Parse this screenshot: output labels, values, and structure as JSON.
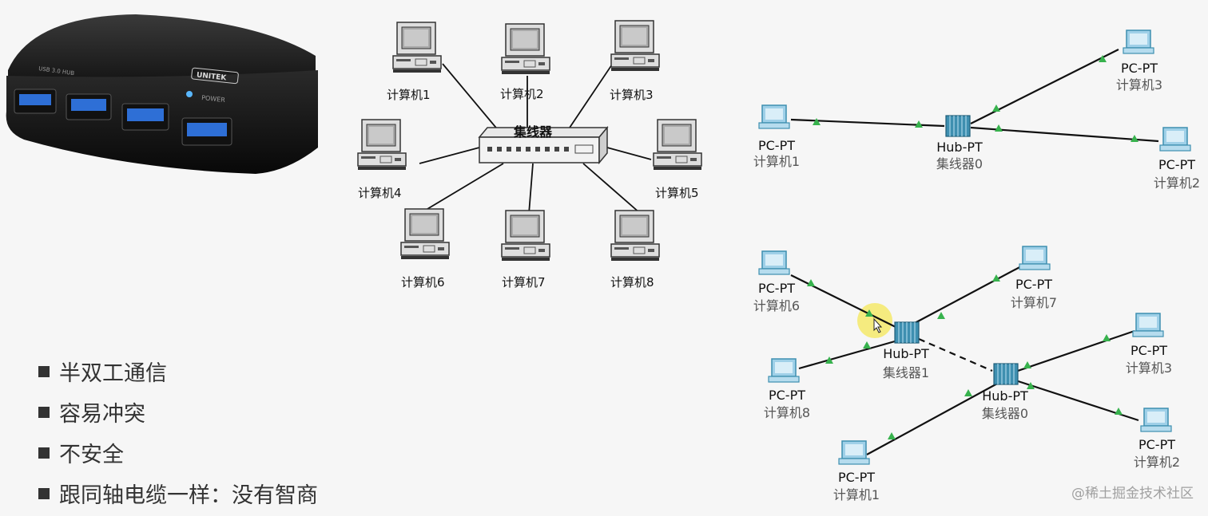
{
  "photo": {
    "device_label": "USB 3.0 HUB",
    "brand": "UNITEK",
    "power_label": "POWER"
  },
  "star": {
    "hub_label": "集线器",
    "computers": [
      "计算机1",
      "计算机2",
      "计算机3",
      "计算机4",
      "计算机5",
      "计算机6",
      "计算机7",
      "计算机8"
    ]
  },
  "pt_top": {
    "hub": {
      "type": "Hub-PT",
      "name": "集线器0"
    },
    "pcs": [
      {
        "type": "PC-PT",
        "name": "计算机1"
      },
      {
        "type": "PC-PT",
        "name": "计算机3"
      },
      {
        "type": "PC-PT",
        "name": "计算机2"
      }
    ]
  },
  "pt_bottom": {
    "hubs": [
      {
        "type": "Hub-PT",
        "name": "集线器1"
      },
      {
        "type": "Hub-PT",
        "name": "集线器0"
      }
    ],
    "pcs": [
      {
        "type": "PC-PT",
        "name": "计算机6"
      },
      {
        "type": "PC-PT",
        "name": "计算机7"
      },
      {
        "type": "PC-PT",
        "name": "计算机8"
      },
      {
        "type": "PC-PT",
        "name": "计算机3"
      },
      {
        "type": "PC-PT",
        "name": "计算机2"
      },
      {
        "type": "PC-PT",
        "name": "计算机1"
      }
    ]
  },
  "bullets": [
    "半双工通信",
    "容易冲突",
    "不安全",
    "跟同轴电缆一样：没有智商"
  ],
  "watermark": "@稀土掘金技术社区",
  "colors": {
    "link": "#111111",
    "link_dot": "#37b24d",
    "pt_device": "#3e8fb0",
    "highlight": "#f5e96a"
  }
}
